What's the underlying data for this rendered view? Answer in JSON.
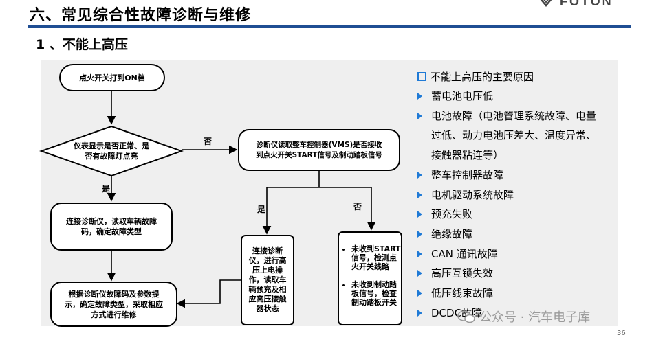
{
  "header": {
    "title": "六、常见综合性故障诊断与维修",
    "subtitle": "1 、不能上高压",
    "logo_text": "FOTON",
    "accent_color": "#1f4e93"
  },
  "flowchart": {
    "start": "点火开关打到ON档",
    "decision": "仪表显示是否正常、是\n否有故障灯点亮",
    "yes_label": "是",
    "no_label": "否",
    "read_codes": "连接诊断仪，读取车辆故障\n码，确定故障类型",
    "repair": "根据诊断仪故障码及参数提\n示，确定故障类型，采取相应\n方式进行维修",
    "read_vms": "诊断仪读取整车控制器(VMS)是否接收\n到点火开关START信号及制动踏板信号",
    "vms_yes_label": "是",
    "vms_no_label": "否",
    "hv_check": "连接诊断\n仪，进行高\n压上电操\n作，读取车\n辆预充及相\n应高压接触\n器状态",
    "not_received_items": [
      "未收到START信号，检测点火开关线路",
      "未收到制动踏板信号，检查制动踏板开关"
    ]
  },
  "causes": {
    "title": "不能上高压的主要原因",
    "items": [
      "蓄电池电压低",
      "电池故障（电池管理系统故障、电量\n过低、动力电池压差大、温度异常、\n接触器粘连等）",
      "整车控制器故障",
      "电机驱动系统故障",
      "预充失败",
      "绝缘故障",
      "CAN 通讯故障",
      "高压互锁失效",
      "低压线束故障",
      "DCDC故障"
    ],
    "bullet_color": "#1f7ad6"
  },
  "watermark": "公众号 · 汽车电子库",
  "page_number": "36"
}
